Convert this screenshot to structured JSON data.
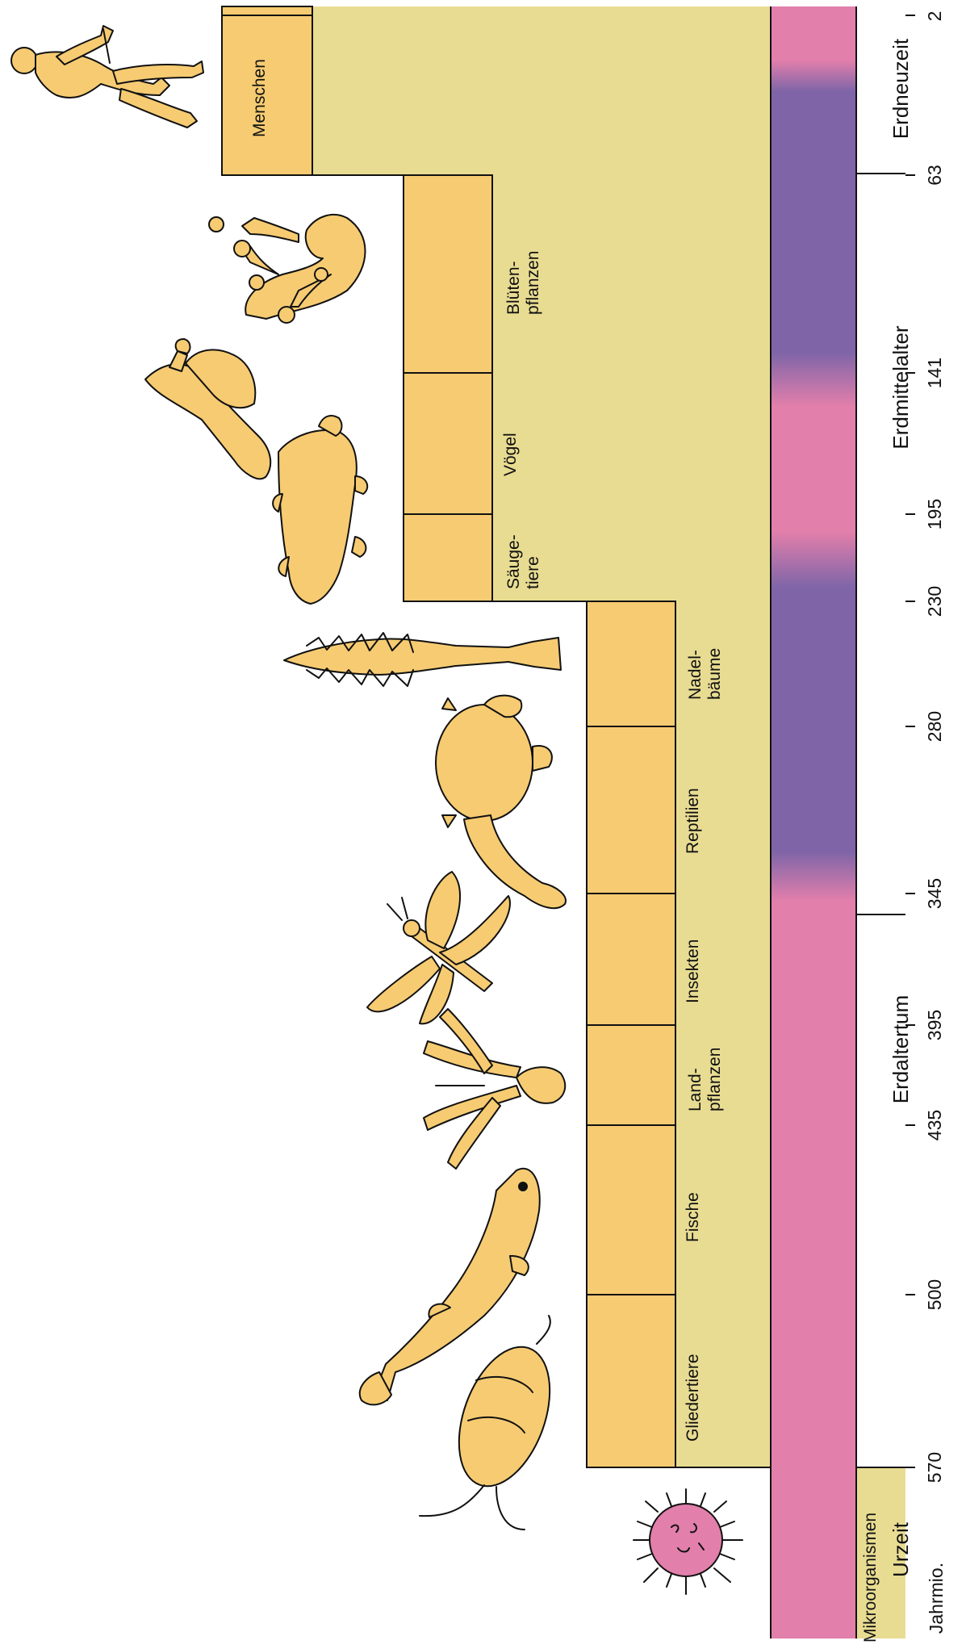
{
  "axis": {
    "unit_label": "Jahrmio.",
    "ticks": [
      "2",
      "63",
      "141",
      "195",
      "230",
      "280",
      "345",
      "395",
      "435",
      "500",
      "570"
    ]
  },
  "eras": [
    {
      "id": "erdneuzeit",
      "label": "Erdneuzeit"
    },
    {
      "id": "erdmittelalter",
      "label": "Erdmittelalter"
    },
    {
      "id": "erdaltertum",
      "label": "Erdaltertum"
    },
    {
      "id": "urzeit",
      "label": "Urzeit"
    }
  ],
  "groups": [
    {
      "id": "mikroorganismen",
      "label": "Mikroorganismen"
    },
    {
      "id": "gliedertiere",
      "label": "Gliedertiere"
    },
    {
      "id": "fische",
      "label": "Fische"
    },
    {
      "id": "landpflanzen",
      "label": "Land-\npflanzen"
    },
    {
      "id": "insekten",
      "label": "Insekten"
    },
    {
      "id": "reptilien",
      "label": "Reptilien"
    },
    {
      "id": "nadelbaeume",
      "label": "Nadel-\nbäume"
    },
    {
      "id": "saeugetiere",
      "label": "Säuge-\ntiere"
    },
    {
      "id": "voegel",
      "label": "Vögel"
    },
    {
      "id": "bluetenpflanzen",
      "label": "Blüten-\npflanzen"
    },
    {
      "id": "menschen",
      "label": "Menschen"
    }
  ],
  "illustrations": [
    "microorganism-icon",
    "trilobite-icon",
    "fish-icon",
    "land-plant-icon",
    "dragonfly-icon",
    "turtle-icon",
    "conifer-icon",
    "lizard-icon",
    "bird-icon",
    "flowering-plant-icon",
    "human-icon"
  ],
  "colors": {
    "khaki": "#e8dc92",
    "orange": "#f6cb72",
    "pink": "#e27fab",
    "purple": "#7f65a8",
    "outline": "#111111"
  }
}
